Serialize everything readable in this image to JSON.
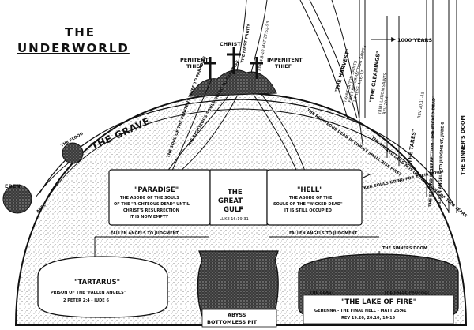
{
  "header": {
    "title_line1": "THE",
    "title_line2": "UNDERWORLD"
  },
  "top": {
    "christ": "CHRIST",
    "first_fruits": "THE FIRST FRUITS",
    "first_fruits_ref": "EPH 4:8-10 MAT 27:52-53",
    "penitent": [
      "PENITENT",
      "THIEF"
    ],
    "impenitent": [
      "IMPENITENT",
      "THIEF"
    ],
    "harvest": "\"THE HARVEST\"",
    "harvest_ref": [
      "TRANSLATION SAINTS",
      "FIRST RESURRECTION SAINTS",
      "1 THESS 4:16-17"
    ],
    "gleanings": "\"THE GLEANINGS\"",
    "gleanings_ref": [
      "TRIBULATION SAINTS",
      "REV 20:4"
    ],
    "thousand_years": "1000 YEARS",
    "tares": "\"THE TARES\"",
    "tares_ref": "REV 20:11-15",
    "second_resurrection": "THE SECOND RESURRECTION \"THE WICKED DEAD\"",
    "fallen_angels_judgment": "FALLEN ANGELS TO JUDGMENT, JUDE 6",
    "sinners_doom_top": "THE SINNER'S DOOM"
  },
  "labels": {
    "the_grave": "THE GRAVE",
    "the_flood": "THE FLOOD",
    "eden": "EDEN",
    "abel": "ABEL",
    "righteous_souls": "THE RIGHTEOUS SOULS GOING TO PARADISE",
    "soul_penitent": "THE SOUL OF THE PENITENT THIEF TO PARADISE",
    "righteous_dead": "THE RIGHTEOUS DEAD IN CHRIST SHALL RISE FIRST",
    "wicked_dead": "THE WICKED DEAD NOT UNTIL THE END OF 1000 YEARS",
    "wicked_souls": "WICKED SOULS GOING FOR THEIR DOOM"
  },
  "paradise": {
    "title": "\"PARADISE\"",
    "lines": [
      "THE ABODE OF THE SOULS",
      "OF THE \"RIGHTEOUS DEAD\" UNTIL",
      "CHRIST'S RESURRECTION",
      "IT IS NOW EMPTY"
    ]
  },
  "gulf": {
    "lines": [
      "THE",
      "GREAT",
      "GULF"
    ],
    "ref": "LUKE 16:19-31"
  },
  "hell": {
    "title": "\"HELL\"",
    "lines": [
      "THE ABODE OF THE",
      "SOULS OF THE \"WICKED DEAD\"",
      "IT IS STILL OCCUPIED"
    ]
  },
  "fallen_left": "FALLEN ANGELS TO JUDGMENT",
  "fallen_right": "FALLEN ANGELS TO JUDGMENT",
  "sinners_doom": "THE SINNERS DOOM",
  "tartarus": {
    "title": "\"TARTARUS\"",
    "lines": [
      "PRISON OF THE \"FALLEN ANGELS\"",
      "2 PETER 2:4 - JUDE 6"
    ]
  },
  "abyss": {
    "lines": [
      "ABYSS",
      "BOTTOMLESS PIT"
    ]
  },
  "lake": {
    "beast": "THE BEAST",
    "false_prophet": "THE FALSE PROPHET",
    "title": "\"THE LAKE OF FIRE\"",
    "lines": [
      "GEHENNA - THE FINAL HELL - MATT 25:41",
      "REV 19:20; 20:10, 14-15"
    ]
  }
}
